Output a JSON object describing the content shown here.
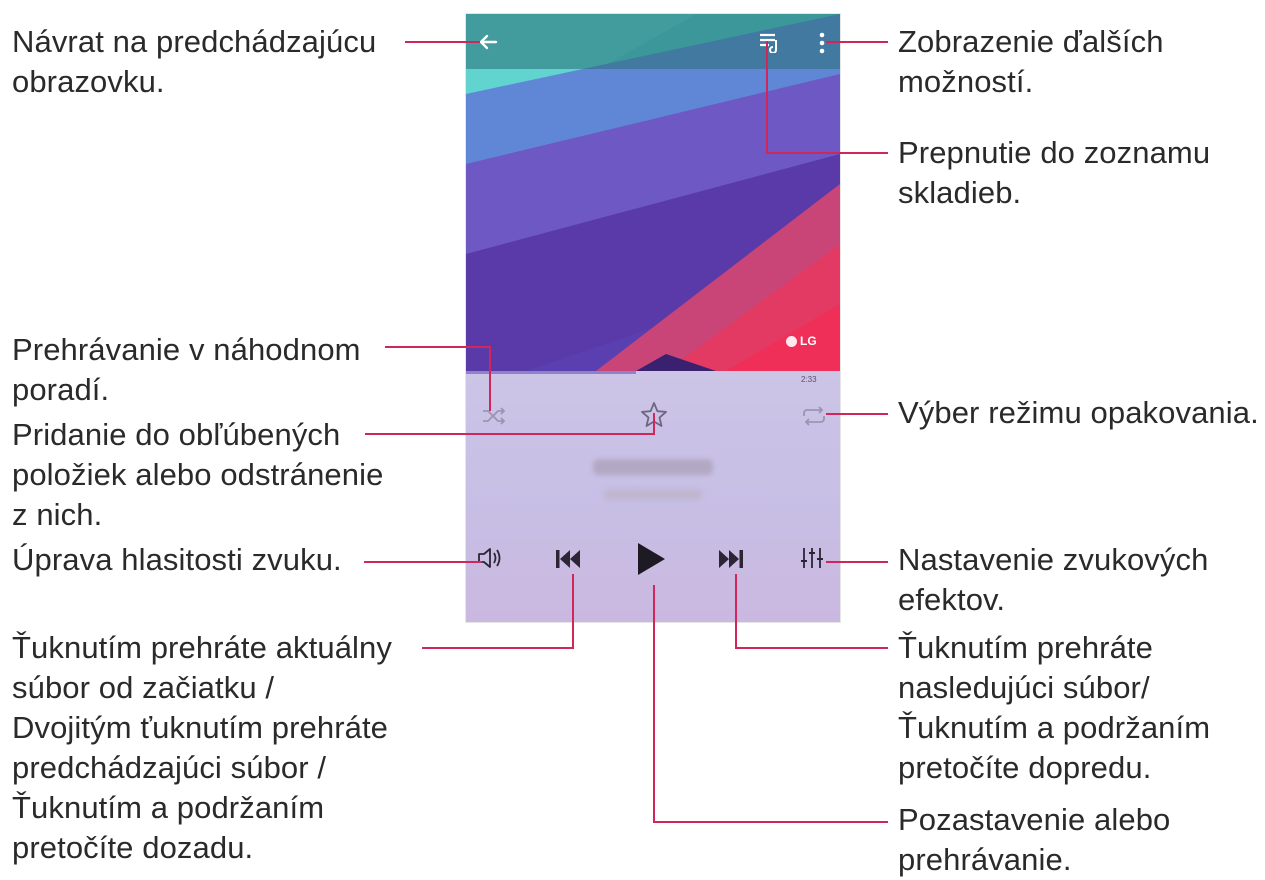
{
  "colors": {
    "leader": "#d0275a",
    "icon_light": "#ffffff",
    "icon_dark": "#2b2534",
    "icon_muted": "#8e86a8"
  },
  "player": {
    "back_icon": "arrow-left-icon",
    "playlist_icon": "playlist-icon",
    "more_icon": "more-vertical-icon",
    "brand": "LG",
    "time": "2:33",
    "shuffle_icon": "shuffle-icon",
    "favorite_icon": "star-outline-icon",
    "repeat_icon": "repeat-icon",
    "volume_icon": "volume-icon",
    "prev_icon": "skip-previous-icon",
    "play_icon": "play-icon",
    "next_icon": "skip-next-icon",
    "equalizer_icon": "equalizer-icon"
  },
  "labels": {
    "back": [
      "Návrat na predchádzajúcu",
      "obrazovku."
    ],
    "more": [
      "Zobrazenie ďalších",
      "možností."
    ],
    "playlist": [
      "Prepnutie do zoznamu",
      "skladieb."
    ],
    "shuffle": [
      "Prehrávanie v náhodnom",
      "poradí."
    ],
    "repeat": [
      "Výber režimu opakovania."
    ],
    "favorite": [
      "Pridanie do obľúbených",
      "položiek alebo odstránenie",
      "z nich."
    ],
    "volume": [
      "Úprava hlasitosti zvuku."
    ],
    "effects": [
      "Nastavenie zvukových",
      "efektov."
    ],
    "previous": [
      "Ťuknutím prehráte aktuálny",
      "súbor od začiatku /",
      "Dvojitým ťuknutím prehráte",
      "predchádzajúci súbor /",
      "Ťuknutím a podržaním",
      "pretočíte dozadu."
    ],
    "next": [
      "Ťuknutím prehráte",
      "nasledujúci súbor/",
      "Ťuknutím a podržaním",
      "pretočíte dopredu."
    ],
    "play": [
      "Pozastavenie alebo",
      "prehrávanie."
    ]
  }
}
